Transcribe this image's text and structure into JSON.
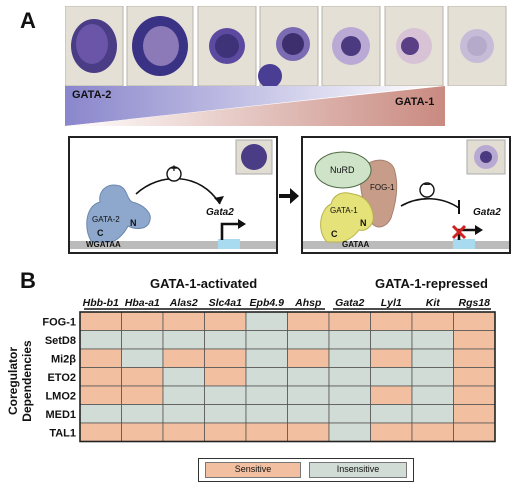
{
  "panelA": {
    "letter": "A",
    "gradient_left_label": "GATA-2",
    "gradient_right_label": "GATA-1",
    "left_box": {
      "protein": "GATA-2",
      "n_label": "N",
      "c_label": "C",
      "motif": "WGATAA",
      "sign": "+",
      "gene": "Gata2"
    },
    "right_box": {
      "nurd": "NuRD",
      "fog1": "FOG-1",
      "gata1": "GATA-1",
      "n_label": "N",
      "c_label": "C",
      "motif": "GATAA",
      "sign": "−",
      "gene": "Gata2"
    }
  },
  "panelB": {
    "letter": "B",
    "group_activated": "GATA-1-activated",
    "group_repressed": "GATA-1-repressed",
    "side_label_line1": "Coregulator",
    "side_label_line2": "Dependencies",
    "genes": [
      "Hbb-b1",
      "Hba-a1",
      "Alas2",
      "Slc4a1",
      "Epb4.9",
      "Ahsp",
      "Gata2",
      "Lyl1",
      "Kit",
      "Rgs18"
    ],
    "rows": [
      {
        "name": "FOG-1",
        "cells": [
          1,
          1,
          1,
          1,
          0,
          1,
          1,
          1,
          1,
          1
        ]
      },
      {
        "name": "SetD8",
        "cells": [
          0,
          0,
          0,
          0,
          0,
          0,
          0,
          0,
          0,
          1
        ]
      },
      {
        "name": "Mi2β",
        "cells": [
          1,
          0,
          1,
          1,
          0,
          1,
          0,
          1,
          0,
          1
        ]
      },
      {
        "name": "ETO2",
        "cells": [
          1,
          1,
          0,
          1,
          0,
          0,
          0,
          0,
          0,
          1
        ]
      },
      {
        "name": "LMO2",
        "cells": [
          1,
          1,
          0,
          0,
          0,
          0,
          0,
          1,
          0,
          1
        ]
      },
      {
        "name": "MED1",
        "cells": [
          0,
          0,
          0,
          0,
          0,
          0,
          0,
          0,
          0,
          1
        ]
      },
      {
        "name": "TAL1",
        "cells": [
          1,
          1,
          1,
          1,
          1,
          1,
          0,
          1,
          1,
          1
        ]
      }
    ],
    "legend": {
      "sensitive": "Sensitive",
      "insensitive": "Insensitive"
    },
    "colors": {
      "sensitive": "#f2c0a0",
      "insensitive": "#d2dcd6"
    }
  }
}
